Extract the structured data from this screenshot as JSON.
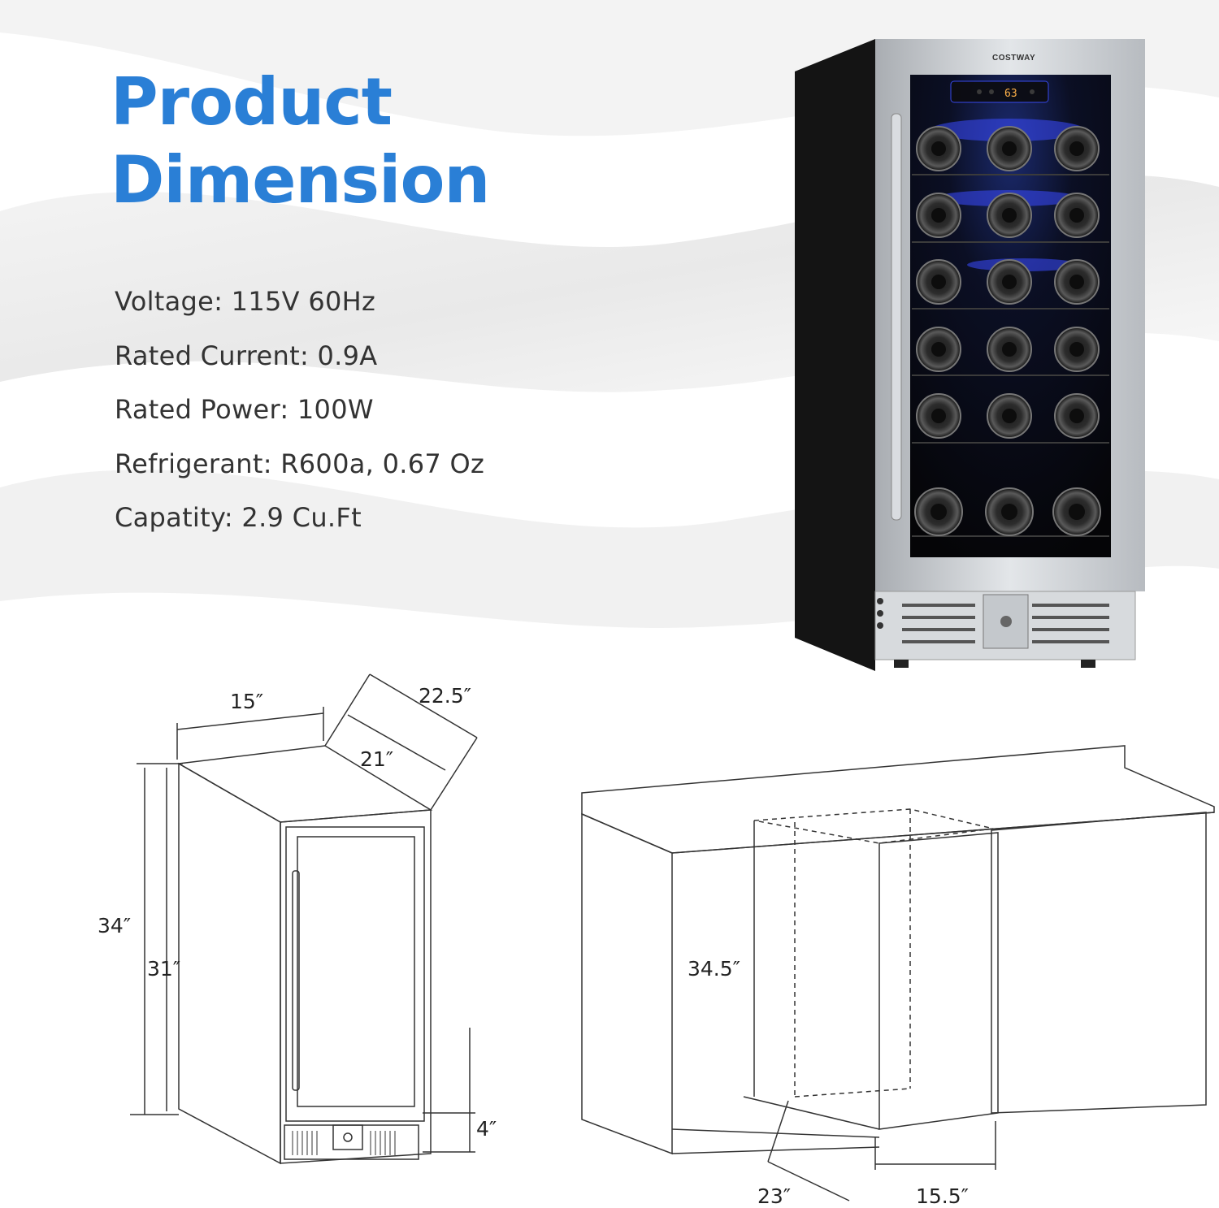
{
  "title": {
    "line1": "Product",
    "line2": "Dimension"
  },
  "specs": [
    "Voltage: 115V 60Hz",
    "Rated Current: 0.9A",
    "Rated Power: 100W",
    "Refrigerant: R600a, 0.67 Oz",
    "Capatity: 2.9 Cu.Ft"
  ],
  "product": {
    "brand": "COSTWAY",
    "display_temp": "63"
  },
  "dimensions": {
    "width": "15″",
    "depth_outer": "22.5″",
    "depth_inner": "21″",
    "height_total": "34″",
    "height_body": "31″",
    "base_height": "4″",
    "cabinet_height": "34.5″",
    "cabinet_depth": "23″",
    "cabinet_width": "15.5″"
  },
  "colors": {
    "title_blue": "#2a7fd6",
    "led_blue": "#2a3cff",
    "steel": "#c9cdd1"
  }
}
